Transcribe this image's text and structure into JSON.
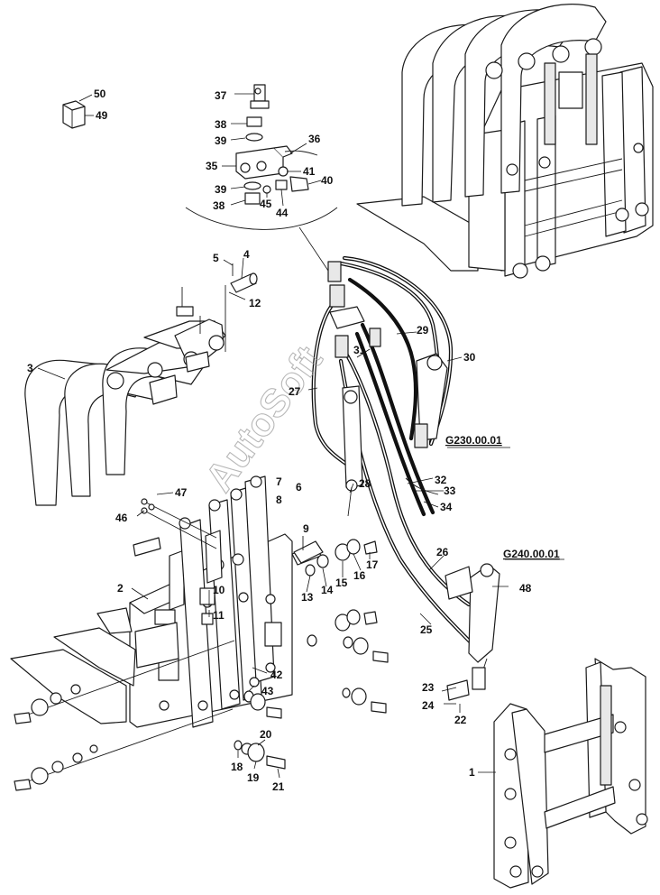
{
  "diagram": {
    "callouts": [
      "1",
      "2",
      "3",
      "4",
      "5",
      "6",
      "7",
      "8",
      "9",
      "10",
      "11",
      "12",
      "13",
      "14",
      "15",
      "16",
      "17",
      "18",
      "19",
      "20",
      "21",
      "22",
      "23",
      "24",
      "25",
      "26",
      "27",
      "28",
      "29",
      "30",
      "31",
      "32",
      "33",
      "34",
      "35",
      "36",
      "37",
      "38",
      "38",
      "39",
      "39",
      "40",
      "41",
      "42",
      "43",
      "44",
      "45",
      "46",
      "47",
      "48",
      "49",
      "50"
    ],
    "references": [
      "G230.00.01",
      "G240.00.01"
    ],
    "watermark": "AutoSoft"
  }
}
